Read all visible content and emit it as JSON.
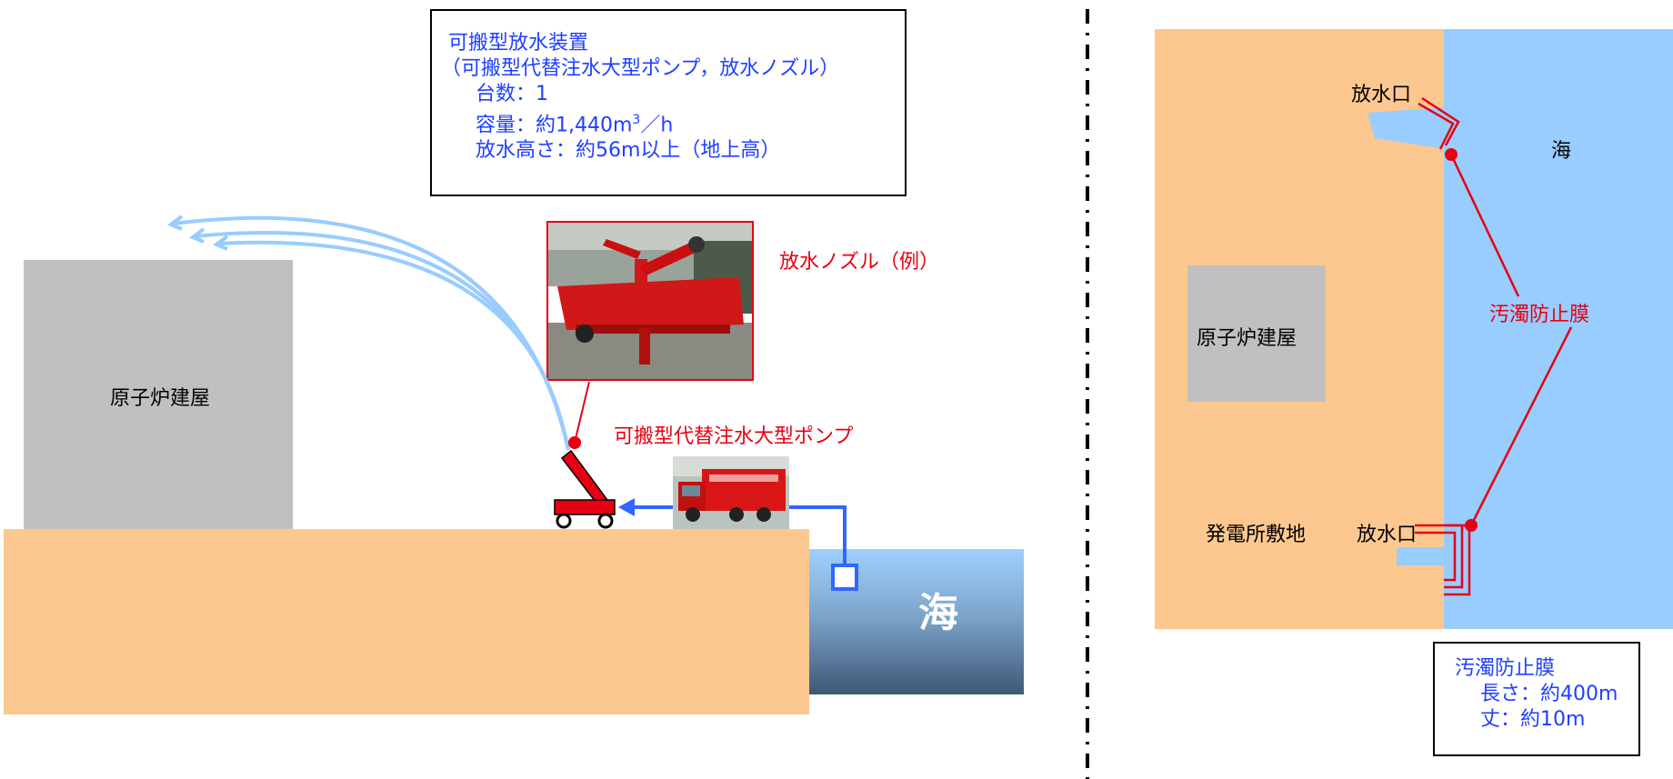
{
  "colors": {
    "ground": "#fcc890",
    "sea": "#99ccff",
    "building": "#c0c0c0",
    "red": "#e60012",
    "blue_text": "#1f3fff",
    "pipe_blue": "#3366ff"
  },
  "left": {
    "spec_box": {
      "line1": "可搬型放水装置",
      "line2": "（可搬型代替注水大型ポンプ，放水ノズル）",
      "count": "台数：1",
      "capacity_prefix": "容量：約1,440m",
      "capacity_sup": "3",
      "capacity_suffix": "／h",
      "height": "放水高さ：約56m以上（地上高）"
    },
    "building_label": "原子炉建屋",
    "nozzle_label": "放水ノズル（例）",
    "pump_label": "可搬型代替注水大型ポンプ",
    "sea_label": "海"
  },
  "right": {
    "building_label": "原子炉建屋",
    "site_label": "発電所敷地",
    "outlet_top_label": "放水口",
    "outlet_bottom_label": "放水口",
    "membrane_label": "汚濁防止膜",
    "sea_label": "海",
    "membrane_box": {
      "title": "汚濁防止膜",
      "length": "長さ：約400m",
      "depth": "丈：約10m"
    }
  }
}
